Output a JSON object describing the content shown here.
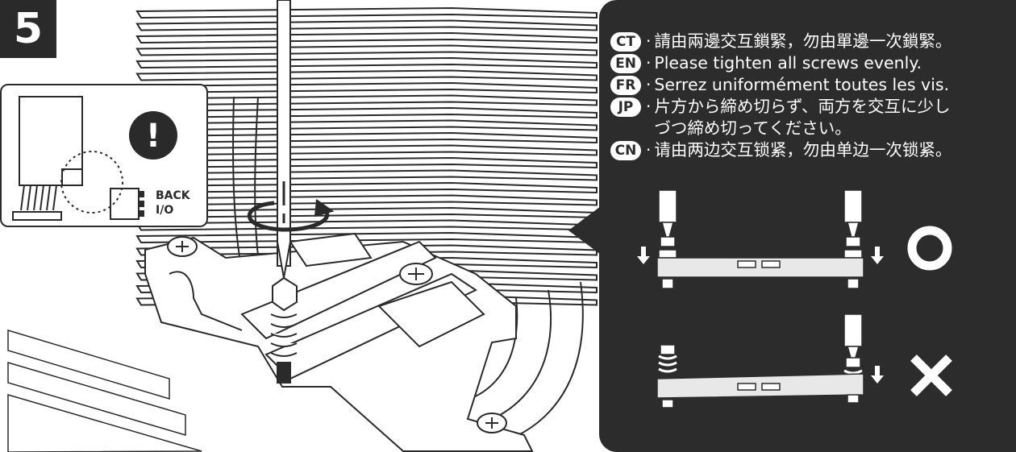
{
  "step": {
    "number": "5"
  },
  "callout": {
    "warning_symbol": "!",
    "connector_label": "BACK\nI/O"
  },
  "instructions": [
    {
      "code": "CT",
      "text": "請由兩邊交互鎖緊，勿由單邊一次鎖緊。"
    },
    {
      "code": "EN",
      "text": "Please tighten all screws evenly."
    },
    {
      "code": "FR",
      "text": "Serrez uniformément toutes les vis."
    },
    {
      "code": "JP",
      "text": "片方から締め切らず、両方を交互に少し\nづつ締め切ってください。"
    },
    {
      "code": "CN",
      "text": "请由两边交互锁紧，勿由单边一次锁紧。"
    }
  ],
  "diagram": {
    "correct_mark": "O",
    "incorrect_mark": "X"
  },
  "colors": {
    "panel_bg": "#2c2c2c",
    "line_art": "#2a2a2a",
    "text_light": "#ffffff"
  }
}
